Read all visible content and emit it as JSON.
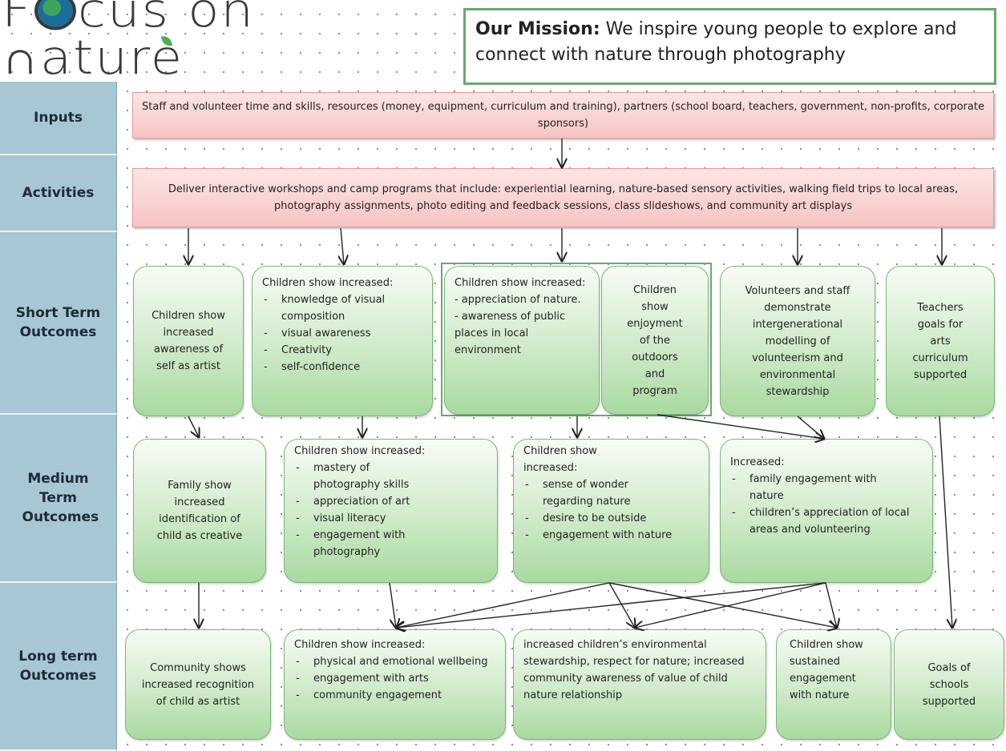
{
  "logo": {
    "left": "F",
    "middle": "cus on ",
    "right": "ature",
    "alt": "Focus on Nature"
  },
  "mission": {
    "label": "Our Mission:",
    "text": " We inspire young people to explore and connect with nature through photography"
  },
  "rows": {
    "inputs": "Inputs",
    "activities": "Activities",
    "short_term": "Short Term Outcomes",
    "medium_term": "Medium Term Outcomes",
    "long_term": "Long term Outcomes"
  },
  "inputs_text": "Staff and volunteer time and skills, resources (money, equipment, curriculum and training), partners (school board, teachers, government, non-profits, corporate sponsors)",
  "activities_text": "Deliver interactive workshops  and camp programs that include: experiential learning, nature-based sensory activities, walking field trips to local areas, photography assignments, photo editing and feedback sessions, class slideshows, and community art displays",
  "short_term": {
    "box1": "Children show increased awareness of self as artist",
    "box2": {
      "head": "Children show increased:",
      "items": [
        "knowledge of visual composition",
        "visual awareness",
        "Creativity",
        "self-confidence"
      ]
    },
    "box3": {
      "head": "Children show increased:",
      "lines": [
        "- appreciation of nature.",
        "- awareness of public places in local environment"
      ]
    },
    "box4": "Children show enjoyment of the outdoors and program",
    "box5": "Volunteers and staff demonstrate intergenerational modelling of volunteerism and environmental stewardship",
    "box6": "Teachers goals for arts curriculum supported"
  },
  "medium_term": {
    "box1": "Family show increased identification of child as creative",
    "box2": {
      "head": "Children show increased:",
      "items": [
        "mastery of photography skills",
        "appreciation of art",
        "visual literacy",
        "engagement with photography"
      ]
    },
    "box3": {
      "head": "Children show increased:",
      "items": [
        "sense of wonder regarding nature",
        "desire to be outside",
        "engagement with nature"
      ]
    },
    "box4": {
      "head": "Increased:",
      "items": [
        "family engagement with nature",
        "children’s appreciation of local areas and volunteering"
      ]
    }
  },
  "long_term": {
    "box1": "Community shows increased recognition of child as artist",
    "box2": {
      "head": "Children show increased:",
      "items": [
        "physical and emotional wellbeing",
        "engagement with arts",
        "community engagement"
      ]
    },
    "box3": "increased  children’s environmental stewardship, respect for nature; increased community  awareness of value of child nature relationship",
    "box4": "Children show sustained engagement with nature",
    "box5": "Goals of schools supported"
  }
}
